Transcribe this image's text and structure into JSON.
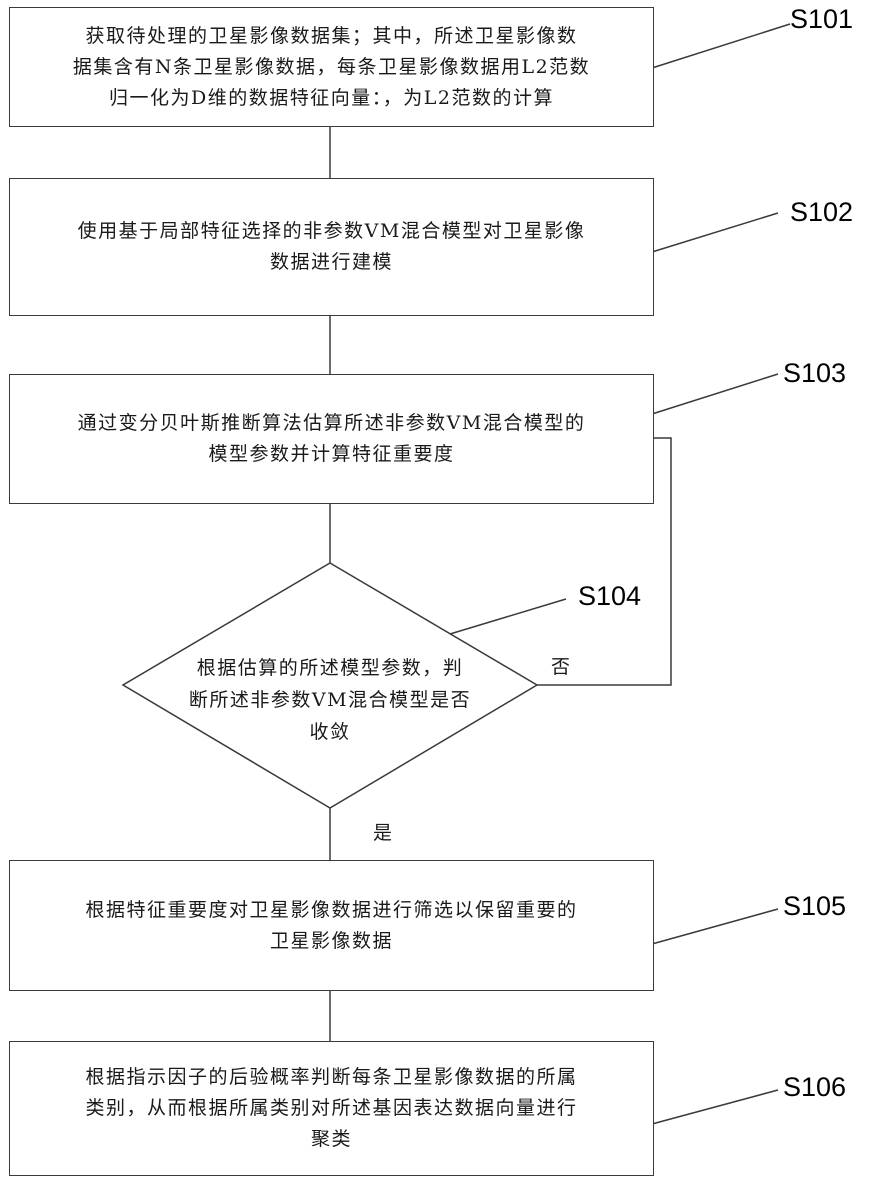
{
  "steps": [
    {
      "id": "S101",
      "lines": [
        "获取待处理的卫星影像数据集；其中，所述卫星影像数",
        "据集含有N条卫星影像数据，每条卫星影像数据用L2范数",
        "归一化为D维的数据特征向量：，为L2范数的计算"
      ]
    },
    {
      "id": "S102",
      "lines": [
        "使用基于局部特征选择的非参数VM混合模型对卫星影像",
        "数据进行建模"
      ]
    },
    {
      "id": "S103",
      "lines": [
        "通过变分贝叶斯推断算法估算所述非参数VM混合模型的",
        "模型参数并计算特征重要度"
      ]
    },
    {
      "id": "S104",
      "lines": [
        "根据估算的所述模型参数，判",
        "断所述非参数VM混合模型是否",
        "收敛"
      ]
    },
    {
      "id": "S105",
      "lines": [
        "根据特征重要度对卫星影像数据进行筛选以保留重要的",
        "卫星影像数据"
      ]
    },
    {
      "id": "S106",
      "lines": [
        "根据指示因子的后验概率判断每条卫星影像数据的所属",
        "类别，从而根据所属类别对所述基因表达数据向量进行",
        "聚类"
      ]
    }
  ],
  "branches": {
    "no": "否",
    "yes": "是"
  }
}
